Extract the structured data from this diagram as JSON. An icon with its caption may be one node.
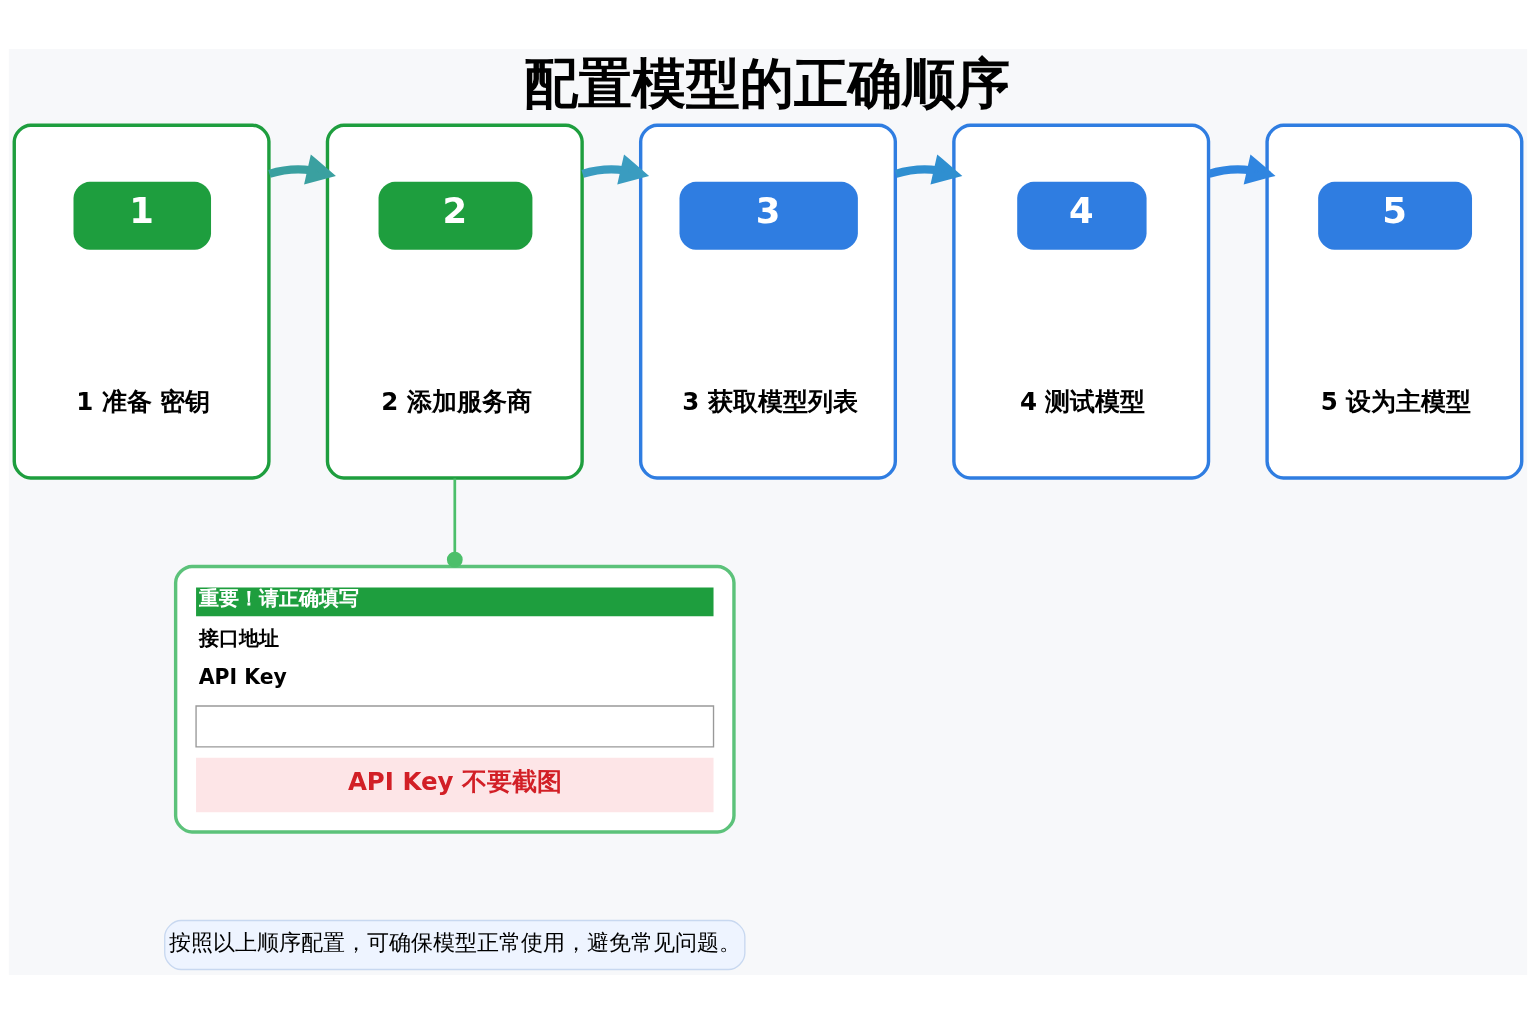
{
  "diagram": {
    "title": "配置模型的正确顺序",
    "nodes": [
      {
        "text": [
          "1",
          "1 准备 密钥"
        ]
      },
      {
        "text": [
          "2",
          "2 添加服务商"
        ]
      },
      {
        "text": [
          "3",
          "3 获取模型列表"
        ]
      },
      {
        "text": [
          "4",
          "4 测试模型"
        ]
      },
      {
        "text": [
          "5",
          "5 设为主模型"
        ]
      },
      {
        "text": [
          "重要！请正确填写",
          "接口地址",
          "API Key",
          "API Key 不要截图"
        ]
      }
    ],
    "edges": [
      {
        "from": 0,
        "to": 1,
        "arrow": "to"
      },
      {
        "from": 1,
        "to": 2,
        "arrow": "to"
      },
      {
        "from": 2,
        "to": 3,
        "arrow": "to"
      },
      {
        "from": 3,
        "to": 4,
        "arrow": "to"
      },
      {
        "from": 1,
        "to": 5,
        "arrow": "other",
        "color": "#4cbf6a"
      }
    ],
    "labels": [
      "按照以上顺序配置，可确保模型正常使用，避免常见问题。"
    ]
  }
}
